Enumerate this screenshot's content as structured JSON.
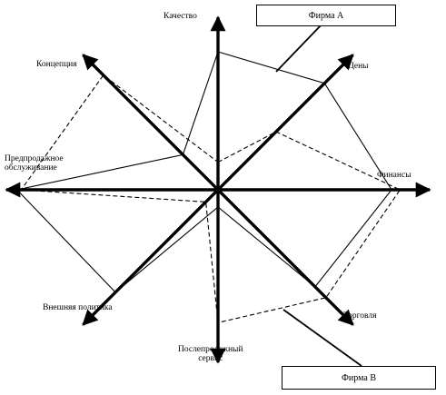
{
  "chart_data": {
    "type": "radar",
    "axes": [
      {
        "label": "Качество"
      },
      {
        "label": "Цены"
      },
      {
        "label": "Финансы"
      },
      {
        "label": "Торговля"
      },
      {
        "label": "Послепродажный\nсервис"
      },
      {
        "label": "Внешняя политика"
      },
      {
        "label": "Предпродажное\nобслуживание"
      },
      {
        "label": "Концепция"
      }
    ],
    "value_range": [
      0,
      1
    ],
    "grid": false,
    "series": [
      {
        "name": "Фирма А",
        "style": "solid",
        "color": "#000000",
        "values": [
          0.8,
          0.79,
          0.82,
          0.72,
          0.1,
          0.76,
          0.95,
          0.26
        ]
      },
      {
        "name": "Фирма В",
        "style": "dashed",
        "color": "#000000",
        "values": [
          0.16,
          0.43,
          0.86,
          0.8,
          0.77,
          0.09,
          0.93,
          0.85
        ]
      }
    ]
  }
}
